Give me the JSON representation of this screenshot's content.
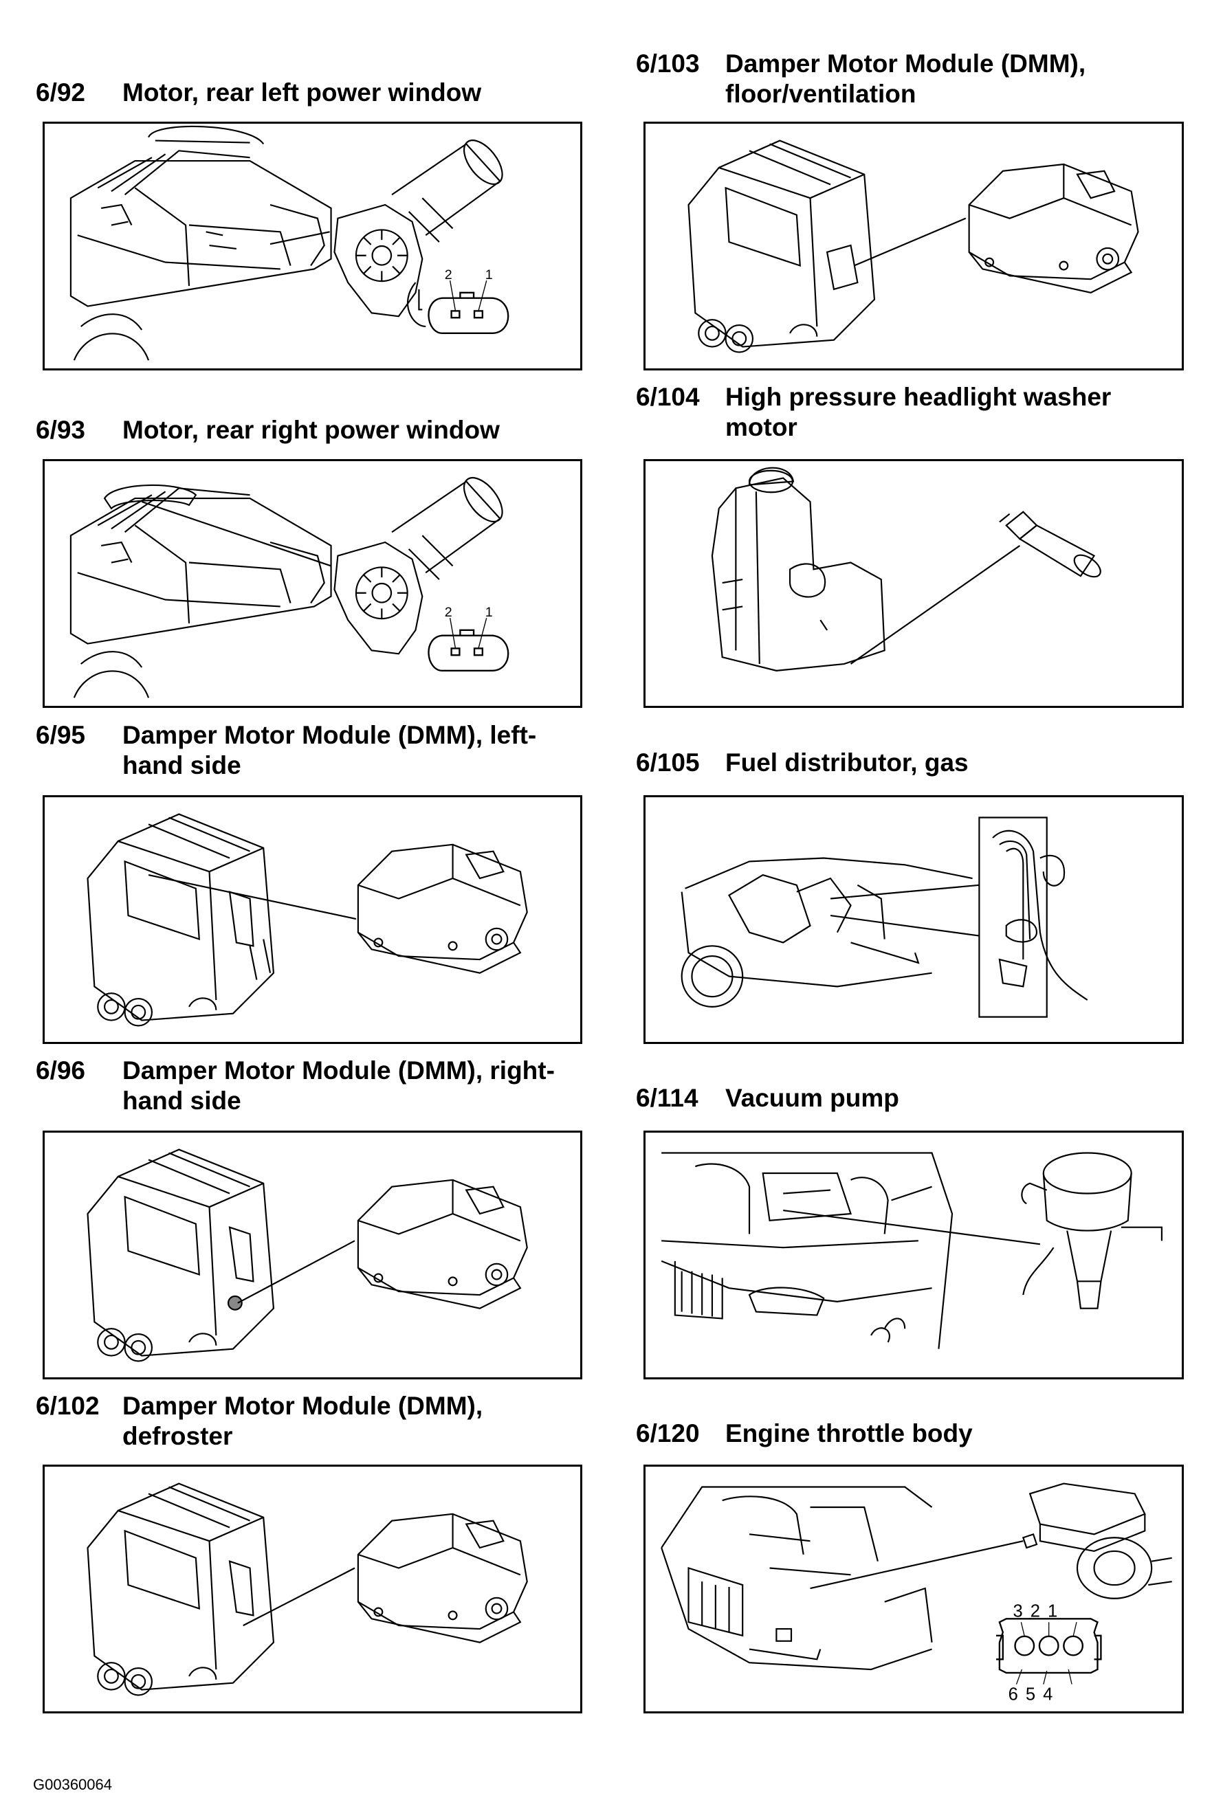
{
  "sections": {
    "s692": {
      "number": "6/92",
      "title": "Motor, rear left power window",
      "connector": {
        "pins": [
          "2",
          "1"
        ]
      }
    },
    "s693": {
      "number": "6/93",
      "title": "Motor, rear right power window",
      "connector": {
        "pins": [
          "2",
          "1"
        ]
      }
    },
    "s695": {
      "number": "6/95",
      "title": "Damper Motor Module (DMM), left-\nhand side"
    },
    "s696": {
      "number": "6/96",
      "title": "Damper Motor Module (DMM), right-\nhand side"
    },
    "s6102": {
      "number": "6/102",
      "title": "Damper Motor Module (DMM),\ndefroster"
    },
    "s6103": {
      "number": "6/103",
      "title": "Damper Motor Module (DMM),\nfloor/ventilation"
    },
    "s6104": {
      "number": "6/104",
      "title": "High pressure headlight washer\nmotor"
    },
    "s6105": {
      "number": "6/105",
      "title": "Fuel distributor, gas"
    },
    "s6114": {
      "number": "6/114",
      "title": "Vacuum pump"
    },
    "s6120": {
      "number": "6/120",
      "title": "Engine throttle body",
      "connector": {
        "top_pins": "3 2 1",
        "bottom_pins": "6 5 4"
      }
    }
  },
  "footer": {
    "figure_code": "G00360064"
  }
}
